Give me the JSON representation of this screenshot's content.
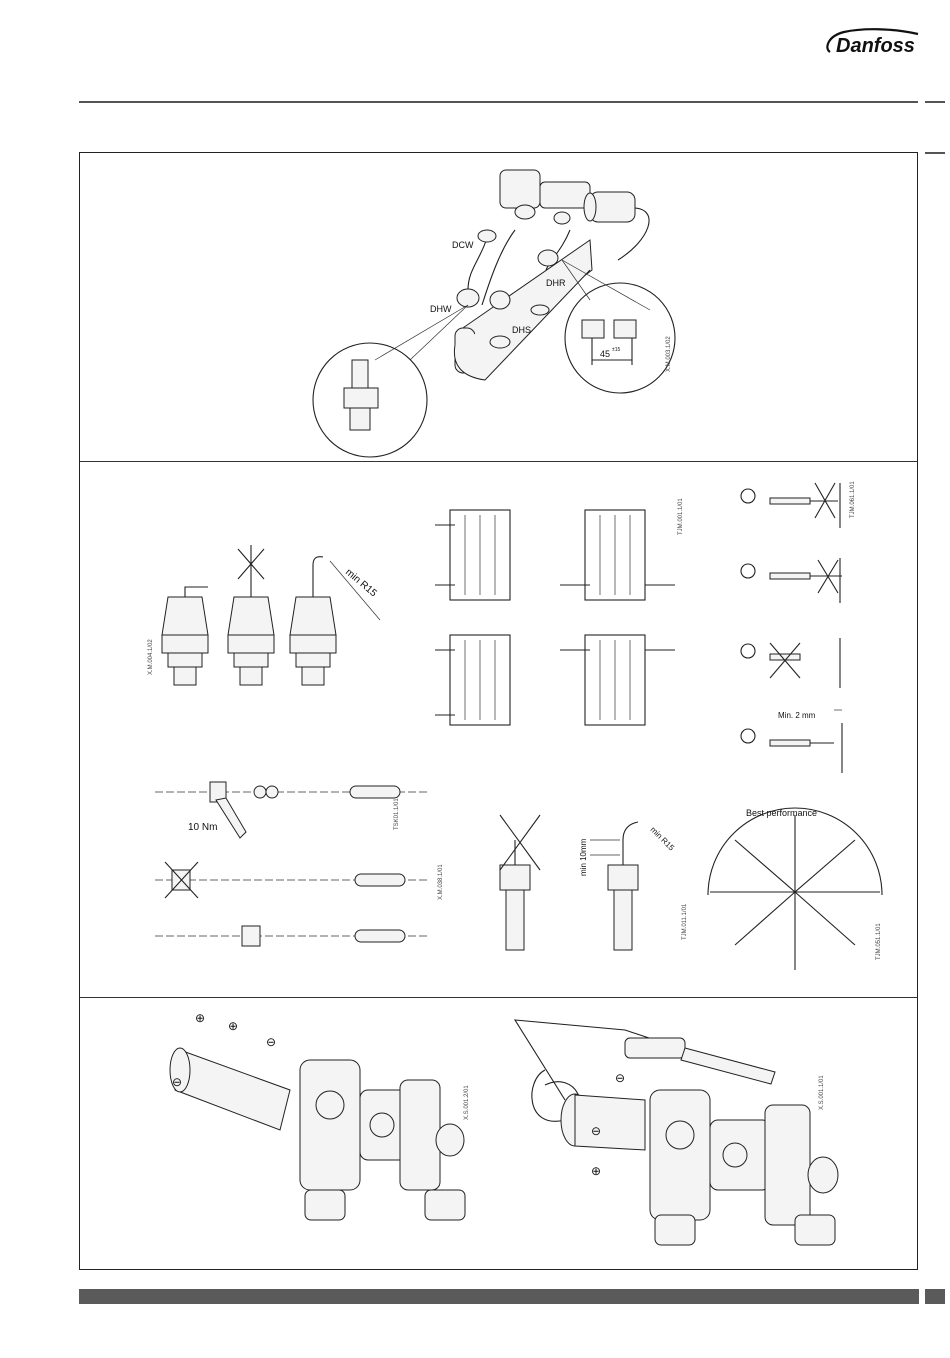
{
  "brand": {
    "logo_text": "Danfoss"
  },
  "section_installation": {
    "labels": {
      "dcw": "DCW",
      "dhr": "DHR",
      "dhw": "DHW",
      "dhs": "DHS",
      "angle": "45",
      "angle_tol": "±15"
    },
    "code": "X.M.003.1/02"
  },
  "section_sensor": {
    "min_radius_label": "min R15",
    "code_actuators": "X.M.004.1/02",
    "code_immersion": "TJM.001.1/01",
    "torque_label": "10 Nm",
    "code_torque": "TSK01.1/01",
    "code_union": "X.M.038.1/01",
    "min_depth_label": "min 10mm",
    "min_radius_label2": "min R15",
    "code_bend": "TJM.011.1/01",
    "best_performance_label": "Best performance",
    "code_orientation": "TJM.051.1/01",
    "min_gap_label": "Min. 2 mm",
    "code_gap": "TJM.061.1/01"
  },
  "section_adjust": {
    "plus": "⊕",
    "minus": "⊖",
    "code_left": "X.S.001.2/01",
    "code_right": "X.S.001.1/01"
  }
}
